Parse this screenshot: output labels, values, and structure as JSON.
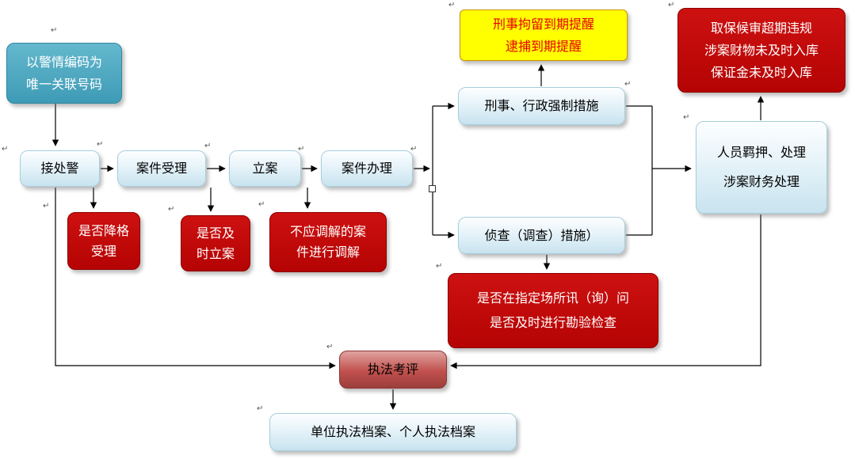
{
  "diagram": {
    "nodes": {
      "incident_code": {
        "label": "以警情编码为\n唯一关联号码"
      },
      "police_response": {
        "label": "接处警"
      },
      "case_acceptance": {
        "label": "案件受理"
      },
      "case_filing": {
        "label": "立案"
      },
      "case_handling": {
        "label": "案件办理"
      },
      "coercive_measures": {
        "label": "刑事、行政强制措施"
      },
      "investigation_measures": {
        "label": "侦查（调查）措施）"
      },
      "detention_handling": {
        "label": "人员羁押、处理\n涉案财务处理"
      },
      "detention_reminder": {
        "label": "刑事拘留到期提醒\n逮捕到期提醒"
      },
      "bail_violations": {
        "label": "取保候审超期违规\n涉案财物未及时入库\n保证金未及时入库"
      },
      "downgraded_acceptance": {
        "label": "是否降格\n受理"
      },
      "timely_filing": {
        "label": "是否及\n时立案"
      },
      "improper_mediation": {
        "label": "不应调解的案\n件进行调解"
      },
      "interrogation_inspection": {
        "label": "是否在指定场所讯（询）问\n是否及时进行勘验检查"
      },
      "enforcement_evaluation": {
        "label": "执法考评"
      },
      "enforcement_archives": {
        "label": "单位执法档案、个人执法档案"
      }
    },
    "decor": {
      "anchor_glyph": "↵"
    },
    "colors": {
      "teal": "#45a6c0",
      "light_blue": "#d8ecf5",
      "alert_red": "#c00000",
      "reminder_yellow": "#ffff00",
      "reminder_text_red": "#e80000",
      "evaluation_red": "#c0504d",
      "line_black": "#000000"
    }
  }
}
